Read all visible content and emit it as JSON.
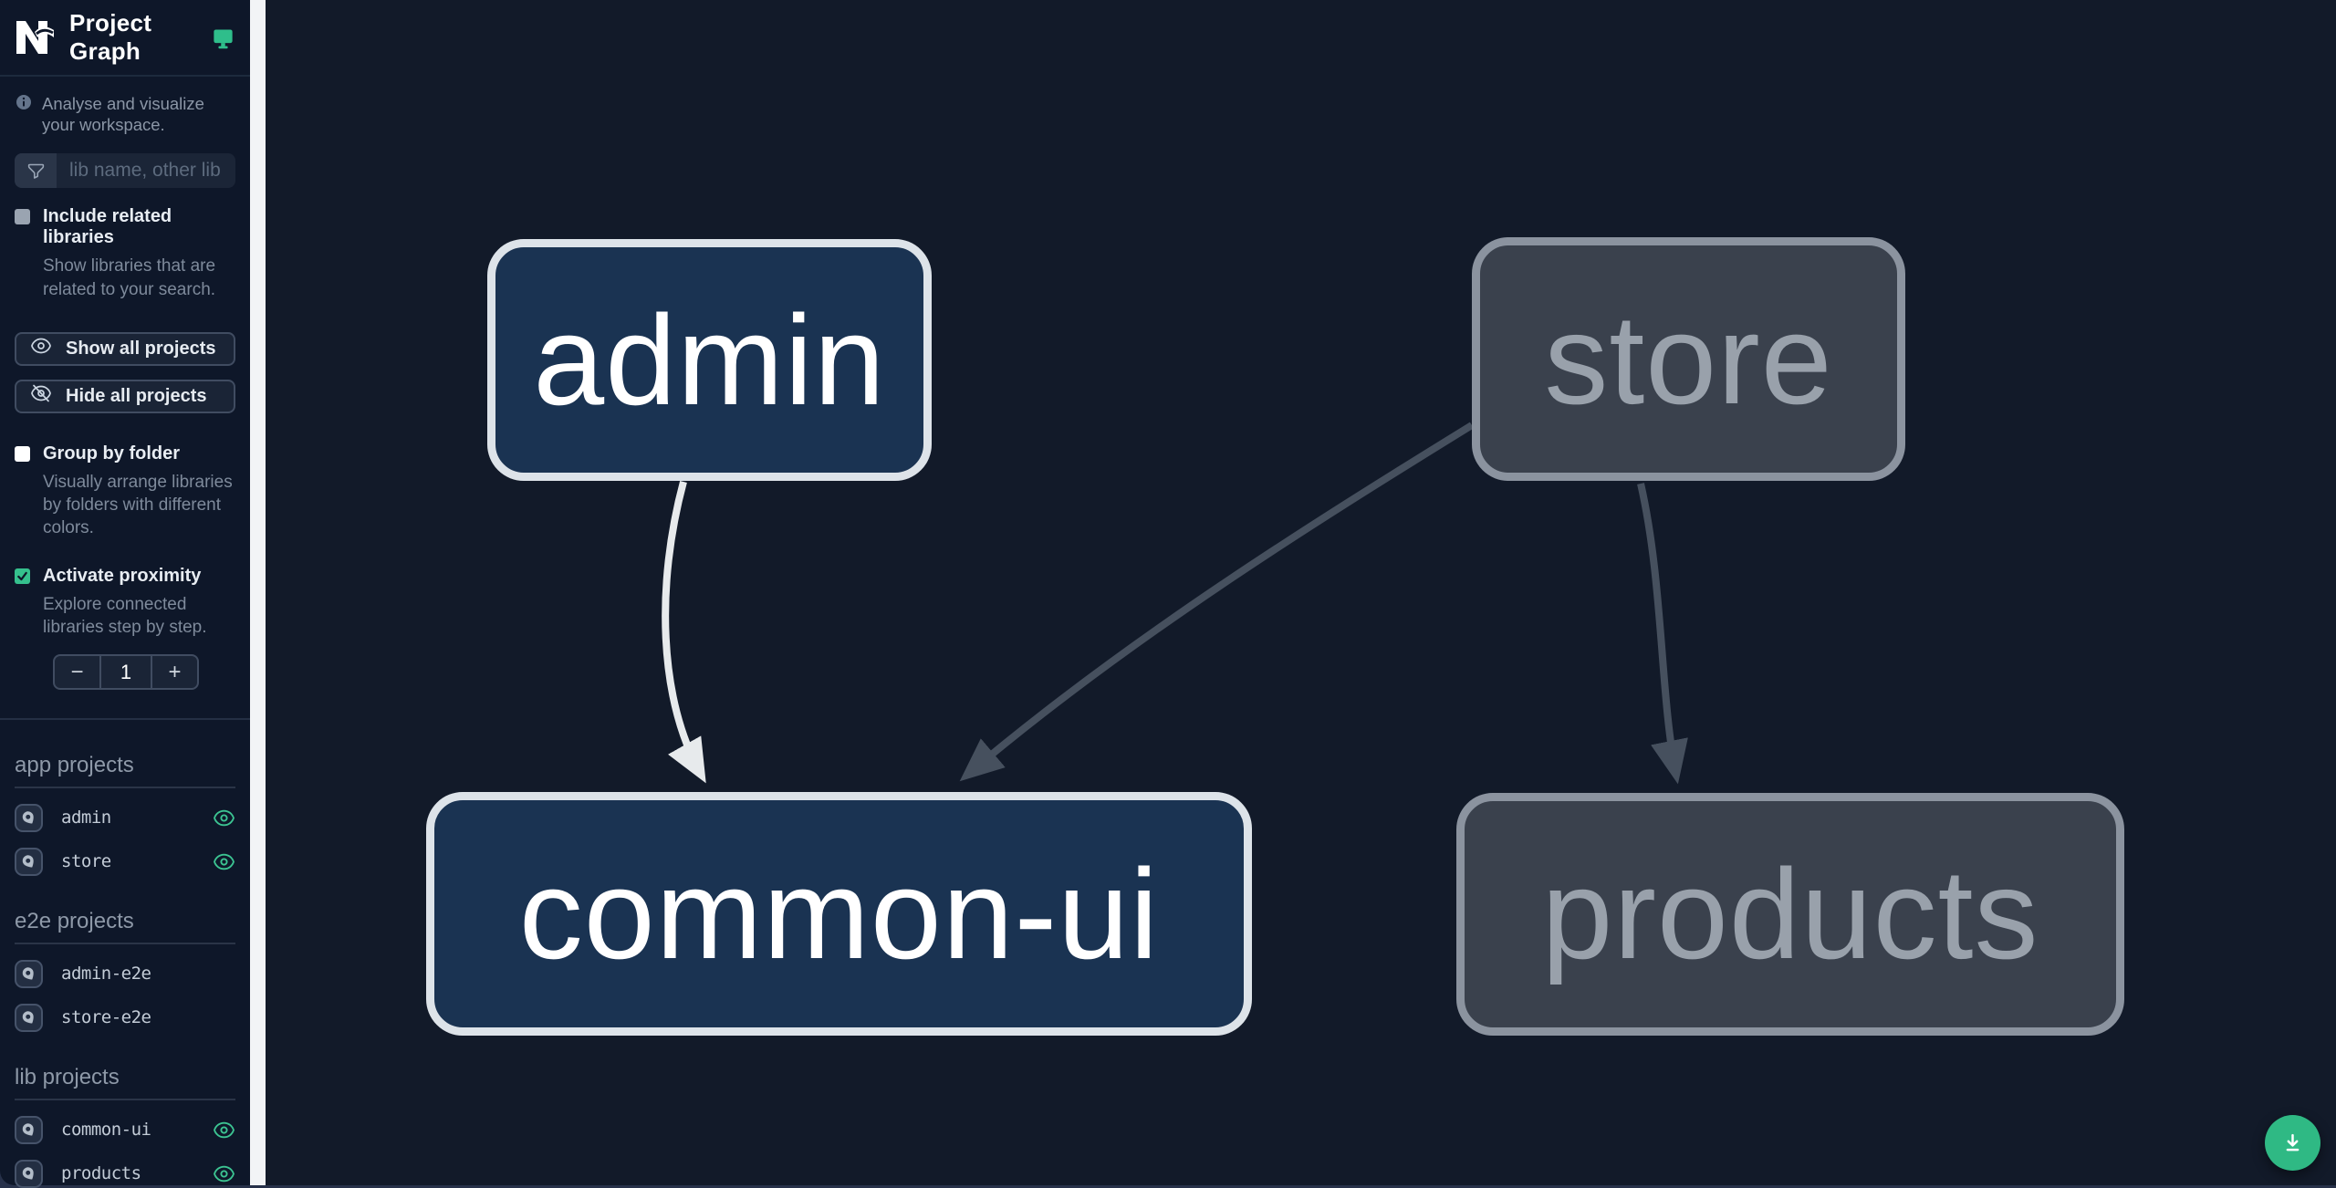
{
  "header": {
    "title": "Project Graph"
  },
  "subheader": {
    "text": "Analyse and visualize your workspace."
  },
  "search": {
    "placeholder": "lib name, other lib name",
    "value": ""
  },
  "controls": {
    "include_related": {
      "label": "Include related libraries",
      "description": "Show libraries that are related to your search.",
      "checked": false
    },
    "show_all_label": "Show all projects",
    "hide_all_label": "Hide all projects",
    "group_by_folder": {
      "label": "Group by folder",
      "description": "Visually arrange libraries by folders with different colors.",
      "checked": false
    },
    "activate_proximity": {
      "label": "Activate proximity",
      "description": "Explore connected libraries step by step.",
      "checked": true
    },
    "proximity_stepper": {
      "decrement": "−",
      "value": "1",
      "increment": "+"
    }
  },
  "sections": [
    {
      "title": "app projects",
      "items": [
        {
          "name": "admin",
          "visible": true
        },
        {
          "name": "store",
          "visible": true
        }
      ]
    },
    {
      "title": "e2e projects",
      "items": [
        {
          "name": "admin-e2e",
          "visible": false
        },
        {
          "name": "store-e2e",
          "visible": false
        }
      ]
    },
    {
      "title": "lib projects",
      "items": [
        {
          "name": "common-ui",
          "visible": true
        },
        {
          "name": "products",
          "visible": true
        }
      ]
    }
  ],
  "graph": {
    "nodes": [
      {
        "id": "admin",
        "label": "admin",
        "state": "focused"
      },
      {
        "id": "store",
        "label": "store",
        "state": "unfocused"
      },
      {
        "id": "common-ui",
        "label": "common-ui",
        "state": "focused"
      },
      {
        "id": "products",
        "label": "products",
        "state": "unfocused"
      }
    ],
    "edges": [
      {
        "source": "admin",
        "target": "common-ui",
        "state": "highlighted"
      },
      {
        "source": "store",
        "target": "common-ui",
        "state": "dimmed"
      },
      {
        "source": "store",
        "target": "products",
        "state": "dimmed"
      }
    ]
  },
  "colors": {
    "accent_green": "#2fb984",
    "eye_green": "#3cc492",
    "focused_node_fill": "#1a3352",
    "focused_node_border": "#dde3e9",
    "dim_node_fill": "#3a414d",
    "dim_node_border": "#8b939f",
    "edge_highlight": "#e7eaec",
    "edge_dim": "#46505e",
    "sidebar_bg": "#0e1729",
    "canvas_bg": "#121a29"
  }
}
